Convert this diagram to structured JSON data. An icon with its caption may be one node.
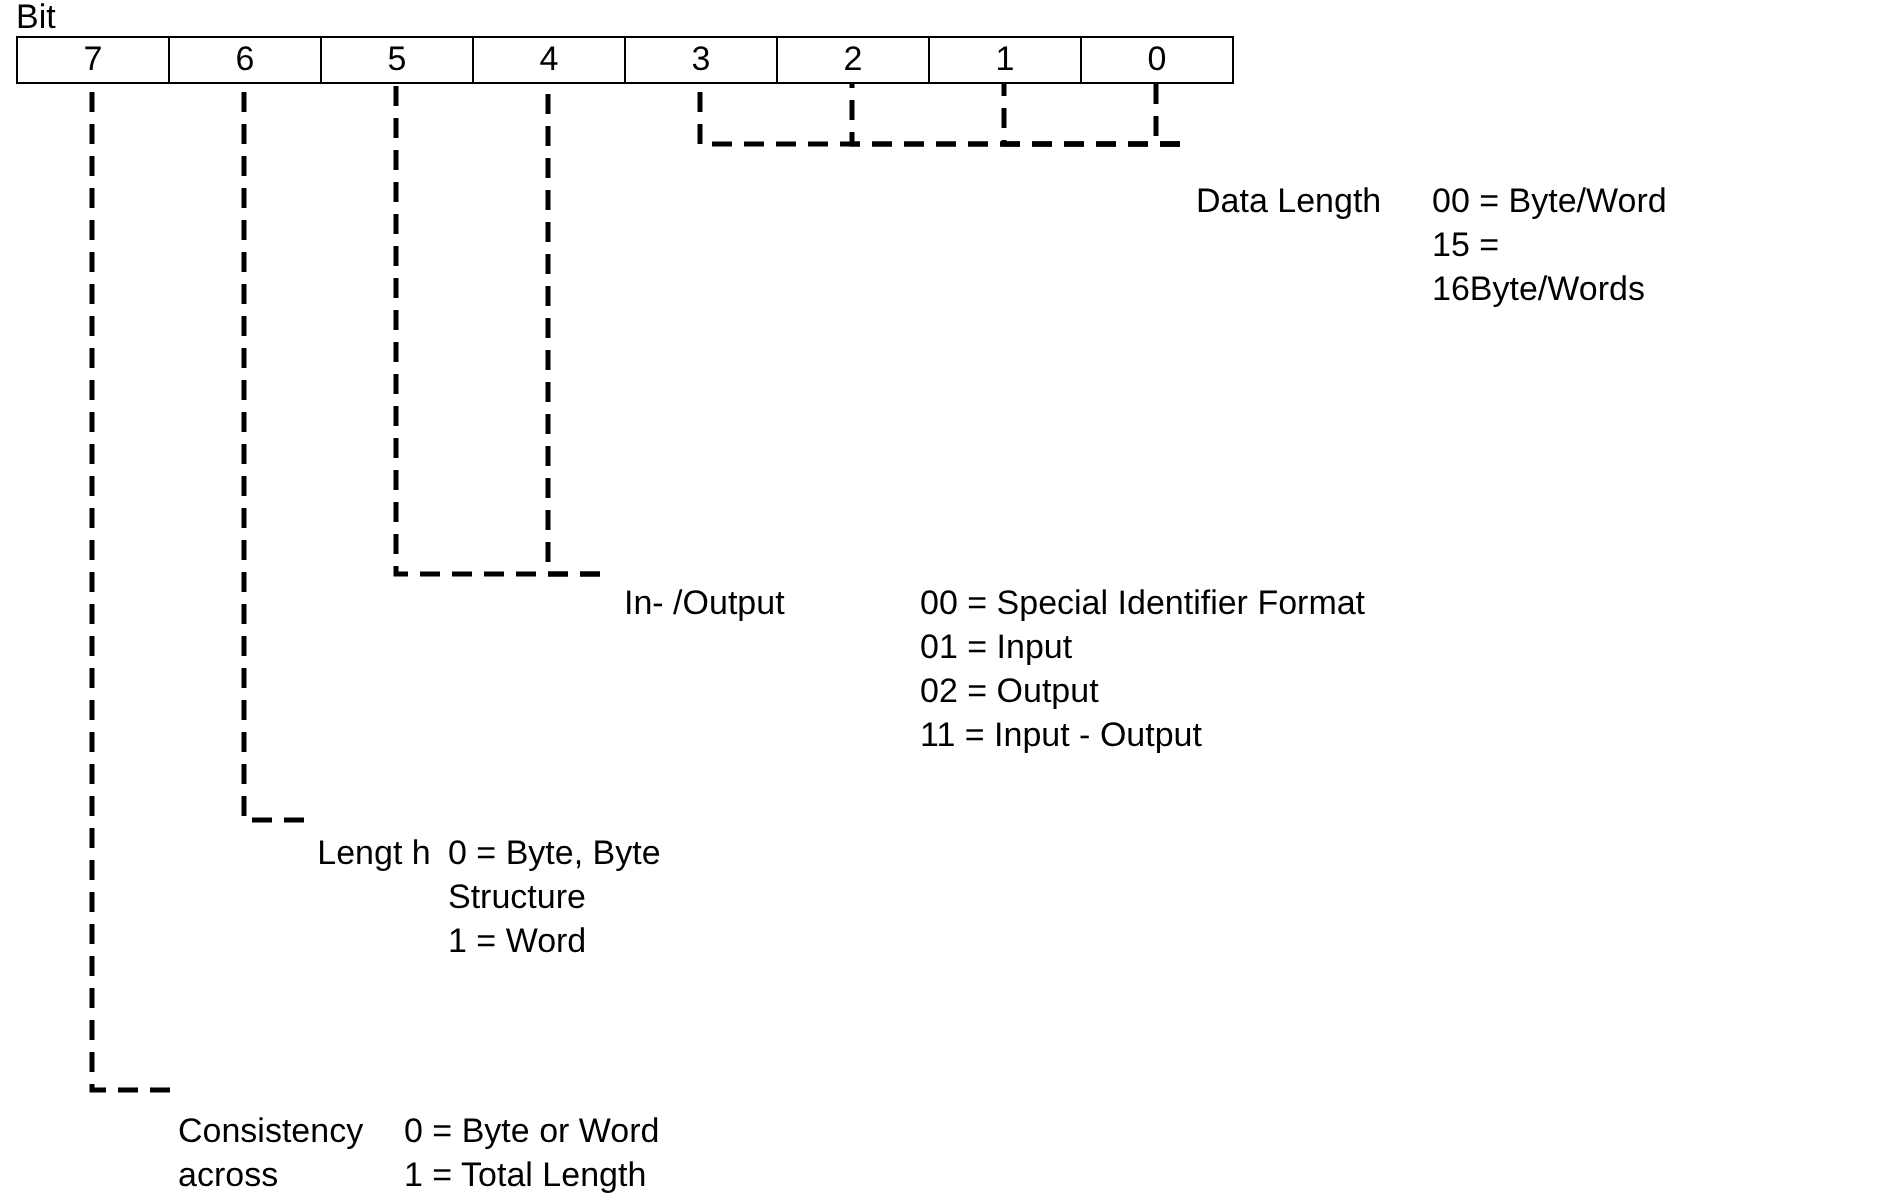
{
  "diagram": {
    "nodes": [
      {
        "text": [
          "7"
        ]
      },
      {
        "text": [
          "6"
        ]
      },
      {
        "text": [
          "5"
        ]
      },
      {
        "text": [
          "4"
        ]
      },
      {
        "text": [
          "3"
        ]
      },
      {
        "text": [
          "2"
        ]
      },
      {
        "text": [
          "1"
        ]
      },
      {
        "text": [
          "0"
        ]
      },
      {
        "text": [
          "Data Length",
          "00 = Byte/Word",
          "15 = 16Byte/Words"
        ]
      },
      {
        "text": [
          "In- /Output",
          "00 = Special Identifier Format",
          "01 = Input",
          "02 = Output",
          "11 = Input - Output"
        ]
      },
      {
        "text": [
          "Lengt h",
          "0 = Byte, Byte Structure",
          "1 = Word"
        ]
      },
      {
        "text": [
          "Consistency across",
          "0 = Byte or Word",
          "1 = Total Length"
        ]
      }
    ],
    "edges": [
      {
        "from": 4,
        "to": 8,
        "arrow": "none",
        "style": "dashed"
      },
      {
        "from": 5,
        "to": 8,
        "arrow": "none",
        "style": "dashed"
      },
      {
        "from": 6,
        "to": 8,
        "arrow": "none",
        "style": "dashed"
      },
      {
        "from": 7,
        "to": 8,
        "arrow": "none",
        "style": "dashed"
      },
      {
        "from": 2,
        "to": 9,
        "arrow": "none",
        "style": "dashed"
      },
      {
        "from": 3,
        "to": 9,
        "arrow": "none",
        "style": "dashed"
      },
      {
        "from": 1,
        "to": 10,
        "arrow": "none",
        "style": "dashed"
      },
      {
        "from": 0,
        "to": 11,
        "arrow": "none",
        "style": "dashed"
      }
    ],
    "labels": [
      "Bit"
    ]
  }
}
